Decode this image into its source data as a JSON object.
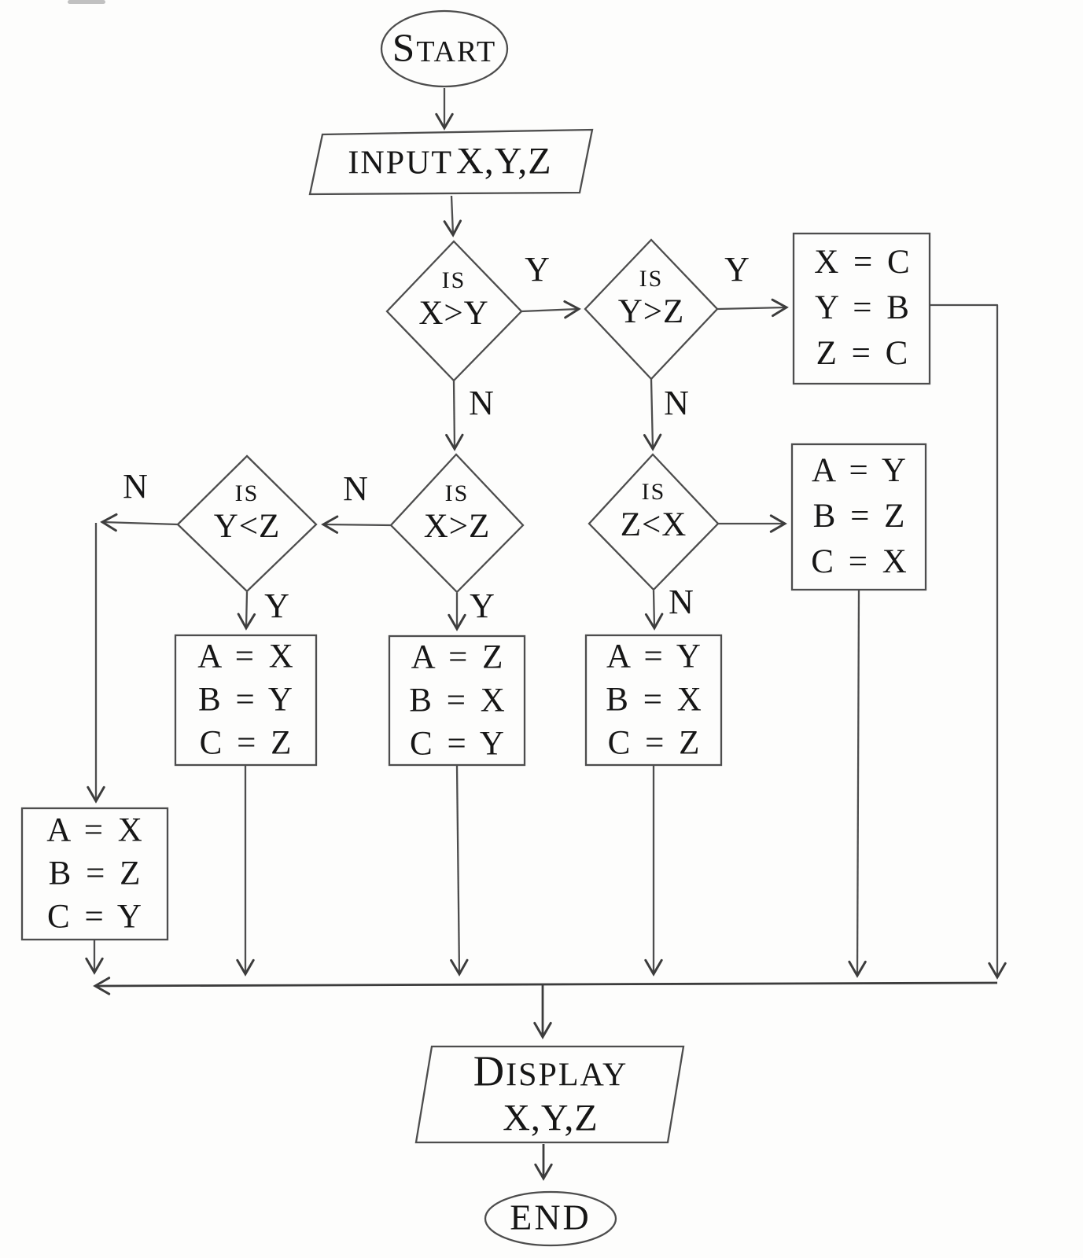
{
  "colors": {
    "paper": "#fdfdfc",
    "ink": "#161616",
    "line": "#4d4d4d"
  },
  "nodes": {
    "start": {
      "label": "START"
    },
    "input": {
      "keyword": "INPUT",
      "args": "X,Y,Z"
    },
    "decision_x_gt_y": {
      "prefix": "IS",
      "condition": "X>Y"
    },
    "decision_y_gt_z": {
      "prefix": "IS",
      "condition": "Y>Z"
    },
    "decision_x_gt_z": {
      "prefix": "IS",
      "condition": "X>Z"
    },
    "decision_y_lt_z": {
      "prefix": "IS",
      "condition": "Y<Z"
    },
    "decision_z_lt_x": {
      "prefix": "IS",
      "condition": "Z<X"
    },
    "assign_top_right": {
      "lines": [
        "X = C",
        "Y = B",
        "Z = C"
      ]
    },
    "assign_mid_right": {
      "lines": [
        "A = Y",
        "B = Z",
        "C = X"
      ]
    },
    "assign_below_y_lt_z": {
      "lines": [
        "A = X",
        "B = Y",
        "C = Z"
      ]
    },
    "assign_below_x_gt_z": {
      "lines": [
        "A = Z",
        "B = X",
        "C = Y"
      ]
    },
    "assign_below_z_lt_x": {
      "lines": [
        "A = Y",
        "B = X",
        "C = Z"
      ]
    },
    "assign_bottom_left": {
      "lines": [
        "A = X",
        "B = Z",
        "C = Y"
      ]
    },
    "display": {
      "keyword": "DISPLAY",
      "args": "X,Y,Z"
    },
    "end": {
      "label": "END"
    }
  },
  "branch_labels": {
    "x_gt_y_yes": "Y",
    "x_gt_y_no": "N",
    "y_gt_z_yes": "Y",
    "y_gt_z_no": "N",
    "x_gt_z_yes": "Y",
    "x_gt_z_no": "N",
    "y_lt_z_yes": "Y",
    "y_lt_z_no": "N",
    "z_lt_x_no": "N"
  }
}
